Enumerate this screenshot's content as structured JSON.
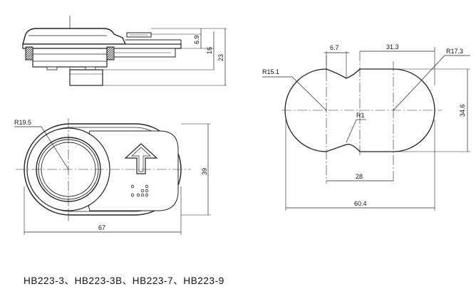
{
  "side_view": {
    "dim_6_9": "6.9",
    "dim_16": "16",
    "dim_23": "23"
  },
  "front_view": {
    "dim_r19_5": "R19.5",
    "dim_39": "39",
    "dim_67": "67"
  },
  "cutout_view": {
    "dim_6_7": "6.7",
    "dim_31_3": "31.3",
    "dim_r17_3": "R17.3",
    "dim_r15_1": "R15.1",
    "dim_r1": "R1",
    "dim_34_6": "34.6",
    "dim_28": "28",
    "dim_60_4": "60.4"
  },
  "caption": "HB223-3、HB223-3B、HB223-7、HB223-9"
}
